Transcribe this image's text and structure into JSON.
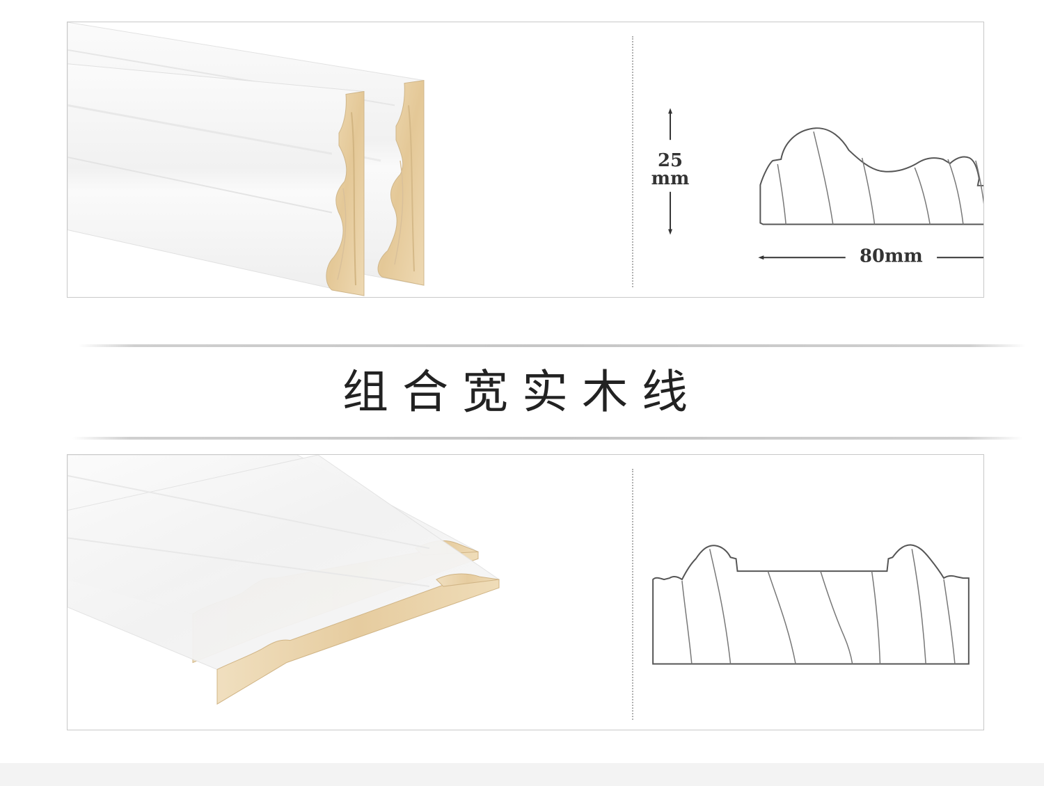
{
  "section": {
    "title": "组合宽实木线"
  },
  "product_top": {
    "height_value": "25",
    "height_unit": "mm",
    "width_label": "80mm"
  },
  "colors": {
    "panel_border": "#c8c8c8",
    "paint_white": "#f7f7f5",
    "wood": "#e9d3ab",
    "line": "#555555",
    "title_text": "#222222"
  }
}
